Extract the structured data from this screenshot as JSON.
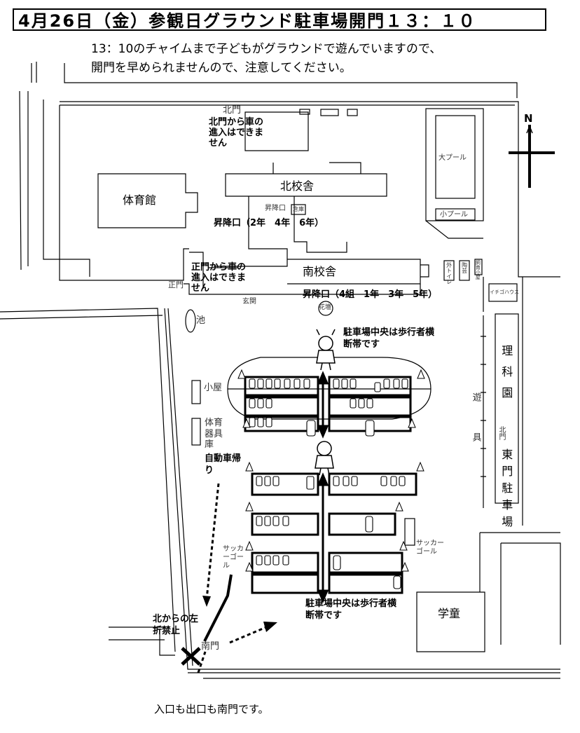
{
  "header": {
    "title": "4月26日（金）参観日グラウンド駐車場開門１３：１０",
    "note_line1": "13：10のチャイムまで子どもがグラウンドで遊んでいますので、",
    "note_line2": "開門を早められませんので、注意してください。"
  },
  "compass": {
    "label": "N"
  },
  "buildings": {
    "gym": "体育館",
    "north_building": "北校舎",
    "south_building": "南校舎",
    "big_pool": "大プール",
    "small_pool": "小プール",
    "shed": "小屋",
    "equipment_storage": "体育器具庫",
    "gakudo": "学童",
    "science_garden": "理科園",
    "east_gate_parking": "東門駐車場",
    "flower_bed": "花壇",
    "pond": "池",
    "ichigo_house": "イチゴハウス",
    "outdoor_toilet": "外トイレ",
    "ceramics": "陶芸",
    "rabbit_hut": "飼育小屋",
    "playground": "遊具",
    "entrance": "玄関",
    "entrance_box": "昇降口",
    "storage_small": "倉庫",
    "soccer_goal_left": "サッカーゴール",
    "soccer_goal_right": "サッカーゴール"
  },
  "gates": {
    "north": "北門",
    "main": "正門",
    "south": "南門"
  },
  "notices": {
    "north_gate": "北門から車の進入はできません",
    "main_gate": "正門から車の進入はできません",
    "entrance_north": "昇降口（2年　4年　6年）",
    "entrance_south": "昇降口（4組　1年　3年　5年）",
    "crosswalk_top": "駐車場中央は歩行者横断帯です",
    "crosswalk_bottom": "駐車場中央は歩行者横断帯です",
    "car_return": "自動車帰り",
    "no_left_turn": "北からの左折禁止",
    "entrance_exit": "入口も出口も南門です。"
  }
}
